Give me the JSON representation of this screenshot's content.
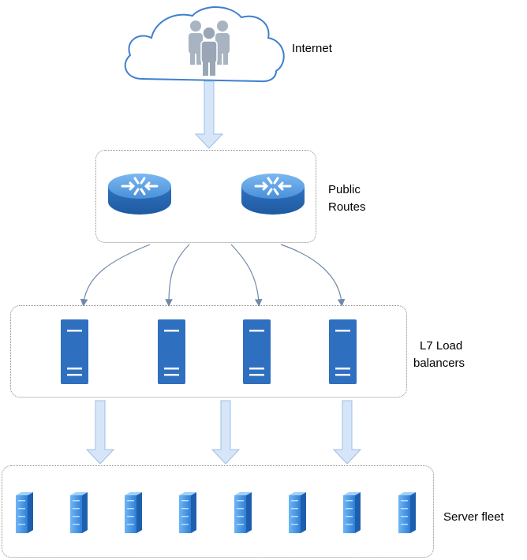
{
  "labels": {
    "internet": "Internet",
    "public_routes_line1": "Public",
    "public_routes_line2": "Routes",
    "l7_line1": "L7 Load",
    "l7_line2": "balancers",
    "server_fleet": "Server fleet"
  },
  "icons": {
    "cloud": "cloud-icon",
    "users": "users-group-icon",
    "router": "router-icon",
    "load_balancer": "load-balancer-server-icon",
    "server": "server-icon"
  },
  "counts": {
    "routers": 2,
    "load_balancers": 4,
    "servers": 8
  },
  "colors": {
    "cloud_stroke": "#3f7fd0",
    "arrow_fill": "#d6e6f8",
    "arrow_stroke": "#9cbfe6",
    "curve_stroke": "#6f8aa8",
    "router": "#4a90d9",
    "load_balancer": "#2f6fbf",
    "server": "#3a8fe0",
    "users": "#a9b4c2"
  }
}
